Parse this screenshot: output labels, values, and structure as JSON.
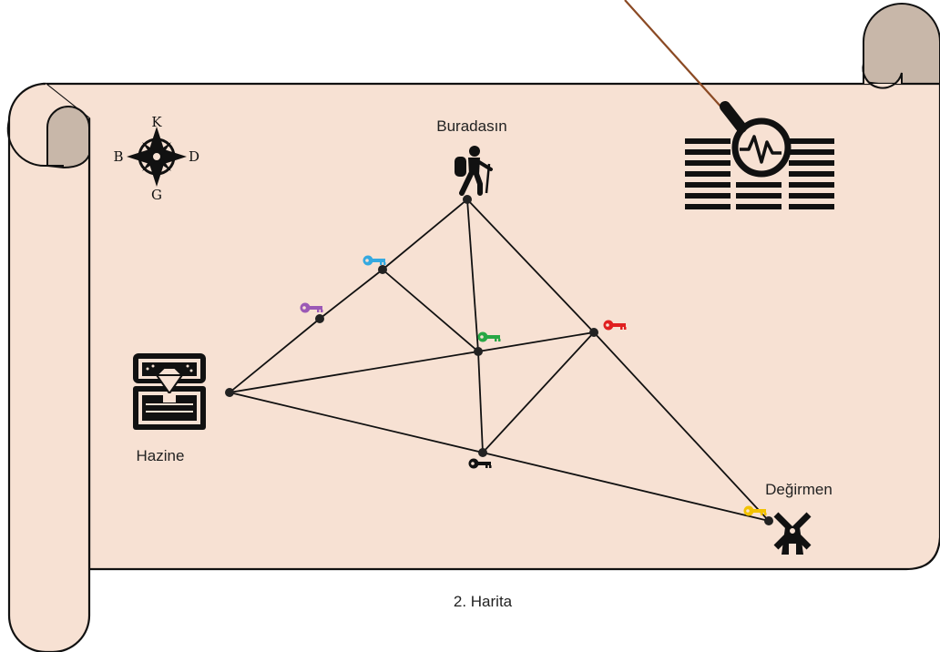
{
  "map": {
    "caption": "2. Harita",
    "colors": {
      "parchment": "#f7e1d3",
      "roll": "#c8b7a9",
      "ink": "#111111",
      "pointer": "#8b4a24"
    }
  },
  "compass": {
    "north": "K",
    "south": "G",
    "west": "B",
    "east": "D"
  },
  "places": {
    "start": "Buradasın",
    "treasure": "Hazine",
    "mill": "Değirmen"
  },
  "keys": [
    {
      "name": "blue-key",
      "color": "#35a9e0"
    },
    {
      "name": "purple-key",
      "color": "#9b59b6"
    },
    {
      "name": "green-key",
      "color": "#28a745"
    },
    {
      "name": "red-key",
      "color": "#e02020"
    },
    {
      "name": "black-key",
      "color": "#111111"
    },
    {
      "name": "yellow-key",
      "color": "#f2c200"
    }
  ],
  "icons": [
    "compass-icon",
    "hiker-icon",
    "treasure-chest-icon",
    "windmill-icon",
    "document-magnifier-icon",
    "key-icon"
  ]
}
